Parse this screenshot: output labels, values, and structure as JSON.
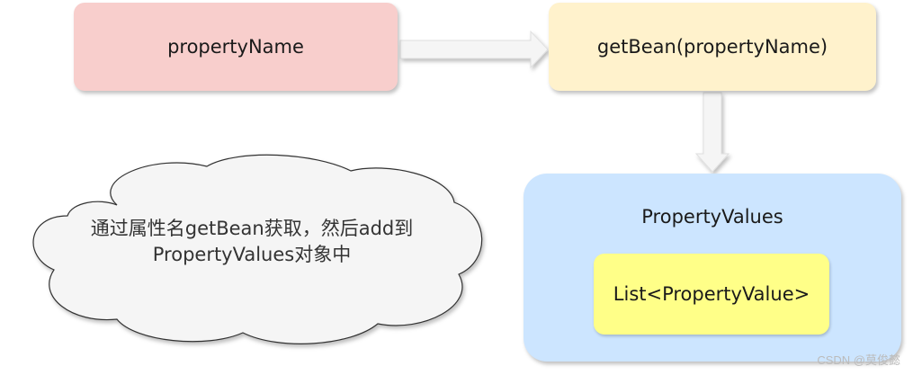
{
  "nodes": {
    "property_name": "propertyName",
    "get_bean": "getBean(propertyName)",
    "property_values": "PropertyValues",
    "list_property_value": "List<PropertyValue>"
  },
  "note": {
    "line1": "通过属性名getBean获取，然后add到",
    "line2": "PropertyValues对象中"
  },
  "watermark": "CSDN @莫俊懿",
  "colors": {
    "property_name_fill": "#f8cecc",
    "get_bean_fill": "#fff2cc",
    "property_values_fill": "#cce5ff",
    "list_fill": "#ffff88",
    "cloud_fill": "#f5f5f5",
    "arrow_fill": "#f5f5f5"
  }
}
